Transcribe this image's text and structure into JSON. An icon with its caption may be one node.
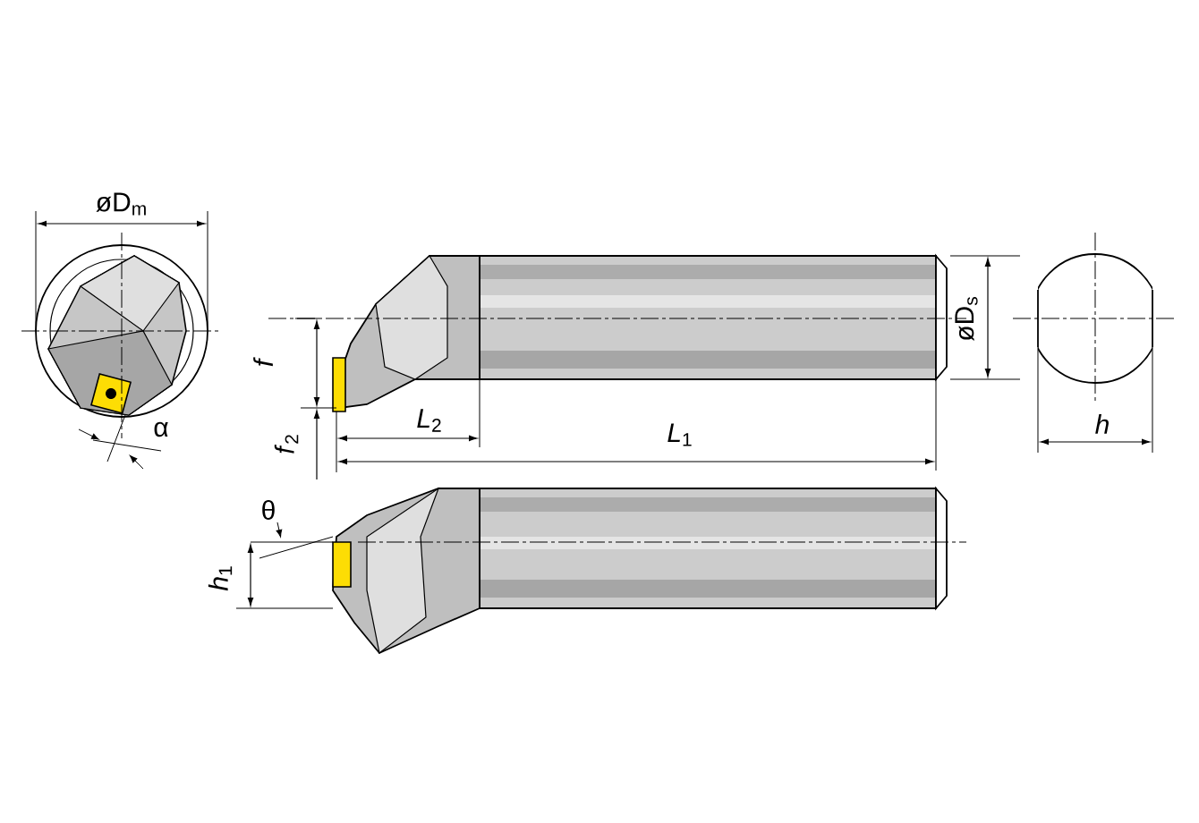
{
  "diagram": {
    "labels": [
      "øD$_{m}$",
      "øD$_{s}$",
      "f",
      "α",
      "*L*$_{2}$",
      "*L*$_{1}$",
      "*f*$_{2}$",
      "h",
      "θ",
      "*h*$_{1}$"
    ]
  }
}
